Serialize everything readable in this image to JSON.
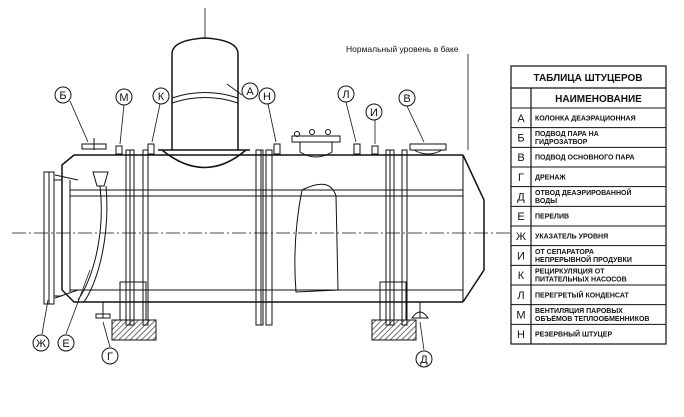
{
  "note": "Нормальный уровень в баке",
  "callouts": {
    "A": "А",
    "B": "Б",
    "V": "В",
    "G": "Г",
    "D": "Д",
    "E": "Е",
    "ZH": "Ж",
    "I": "И",
    "K": "К",
    "L": "Л",
    "M": "М",
    "N": "Н"
  },
  "table": {
    "title": "ТАБЛИЦА ШТУЦЕРОВ",
    "header": "НАИМЕНОВАНИЕ",
    "rows": [
      {
        "key": "А",
        "desc": [
          "КОЛОНКА ДЕАЭРАЦИОННАЯ"
        ]
      },
      {
        "key": "Б",
        "desc": [
          "ПОДВОД ПАРА НА",
          "ГИДРОЗАТВОР"
        ]
      },
      {
        "key": "В",
        "desc": [
          "ПОДВОД ОСНОВНОГО ПАРА"
        ]
      },
      {
        "key": "Г",
        "desc": [
          "ДРЕНАЖ"
        ]
      },
      {
        "key": "Д",
        "desc": [
          "ОТВОД ДЕАЭРИРОВАННОЙ",
          "ВОДЫ"
        ]
      },
      {
        "key": "Е",
        "desc": [
          "ПЕРЕЛИВ"
        ]
      },
      {
        "key": "Ж",
        "desc": [
          "УКАЗАТЕЛЬ УРОВНЯ"
        ]
      },
      {
        "key": "И",
        "desc": [
          "ОТ СЕПАРАТОРА",
          "НЕПРЕРЫВНОЙ ПРОДУВКИ"
        ]
      },
      {
        "key": "К",
        "desc": [
          "РЕЦИРКУЛЯЦИЯ  ОТ",
          "ПИТАТЕЛЬНЫХ  НАСОСОВ"
        ]
      },
      {
        "key": "Л",
        "desc": [
          "ПЕРЕГРЕТЫЙ КОНДЕНСАТ"
        ]
      },
      {
        "key": "М",
        "desc": [
          "ВЕНТИЛЯЦИЯ ПАРОВЫХ",
          "ОБЪЁМОВ ТЕПЛООБМЕННИКОВ"
        ]
      },
      {
        "key": "Н",
        "desc": [
          "РЕЗЕРВНЫЙ ШТУЦЕР"
        ]
      }
    ]
  }
}
